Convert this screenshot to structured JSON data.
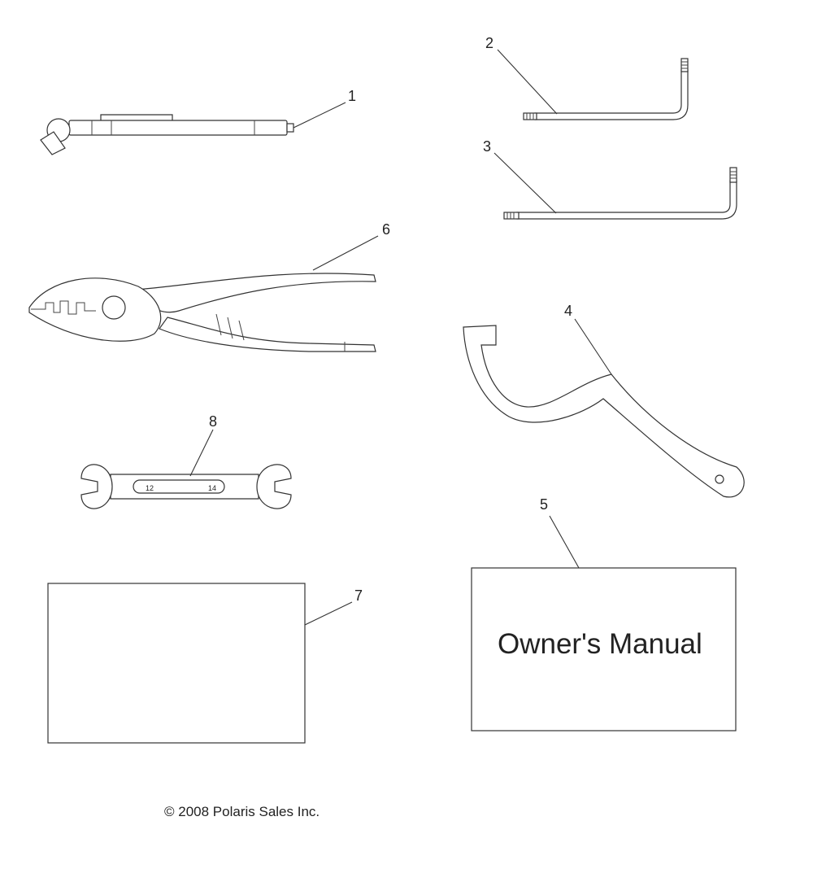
{
  "callouts": [
    "1",
    "2",
    "3",
    "4",
    "5",
    "6",
    "7",
    "8"
  ],
  "manual_text": "Owner's Manual",
  "wrench_sizes": [
    "12",
    "14"
  ],
  "copyright": "© 2008 Polaris Sales Inc."
}
